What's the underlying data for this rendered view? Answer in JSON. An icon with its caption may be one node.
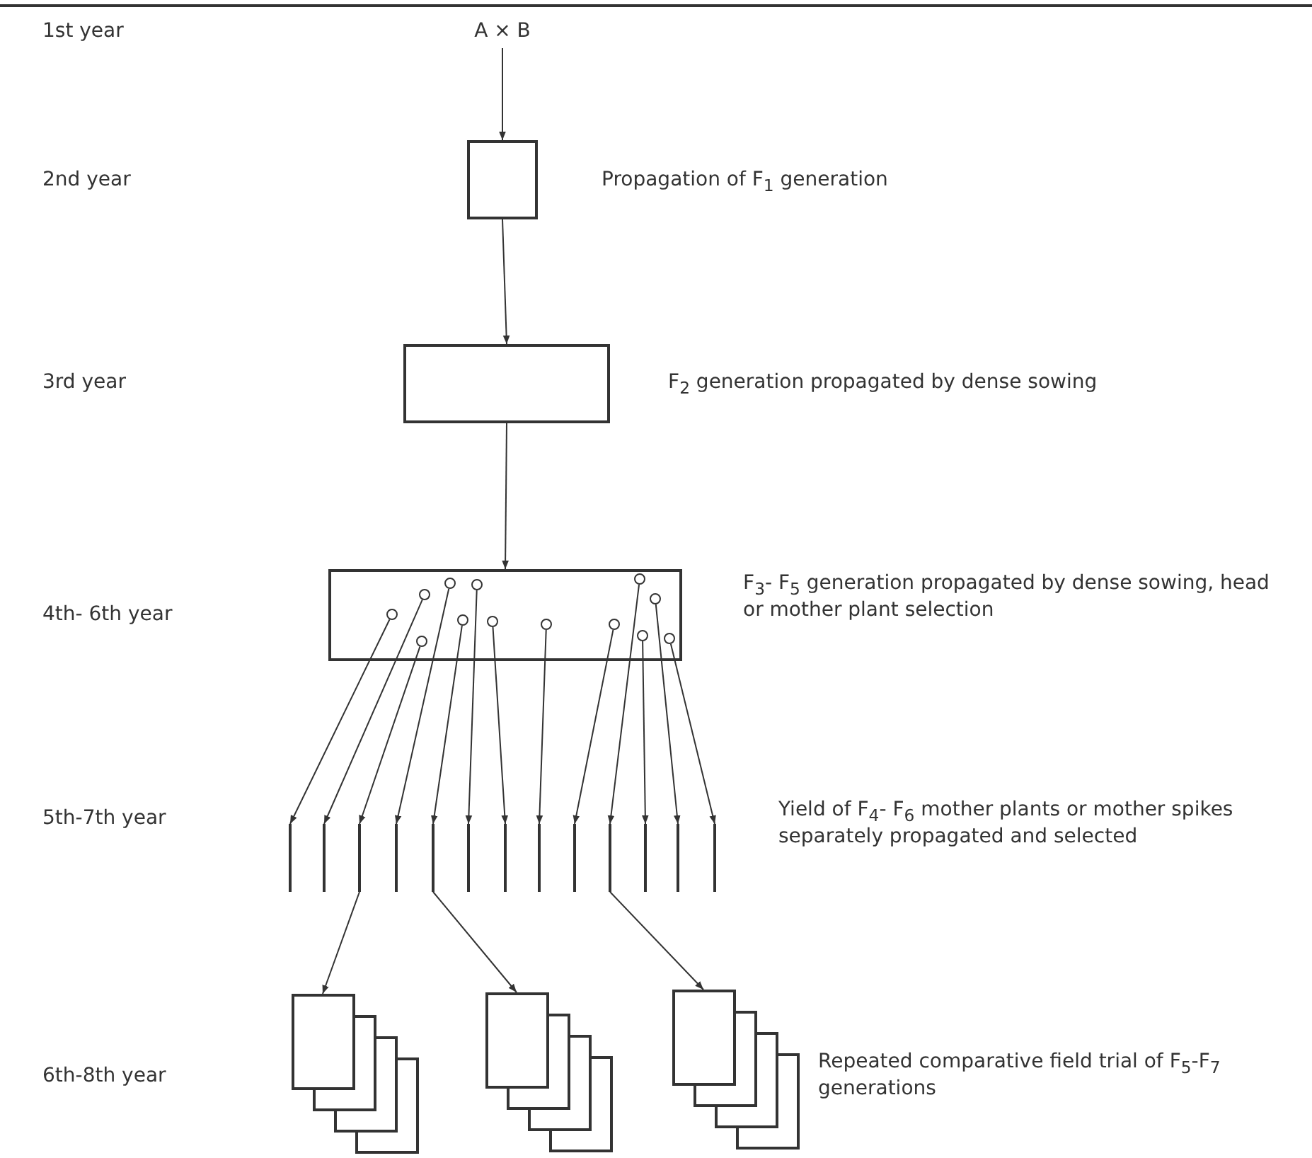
{
  "diagram": {
    "nodes": [
      {
        "text": [
          "A × B"
        ]
      },
      {
        "text": [],
        "shape": "box"
      },
      {
        "text": [],
        "shape": "box"
      },
      {
        "text": [],
        "shape": "box"
      },
      {
        "text": [],
        "shape": "circle",
        "in": 3
      },
      {
        "text": [],
        "shape": "circle",
        "in": 3
      },
      {
        "text": [],
        "shape": "circle",
        "in": 3
      },
      {
        "text": [],
        "shape": "circle",
        "in": 3
      },
      {
        "text": [],
        "shape": "circle",
        "in": 3
      },
      {
        "text": [],
        "shape": "circle",
        "in": 3
      },
      {
        "text": [],
        "shape": "circle",
        "in": 3
      },
      {
        "text": [],
        "shape": "circle",
        "in": 3
      },
      {
        "text": [],
        "shape": "circle",
        "in": 3
      },
      {
        "text": [],
        "shape": "circle",
        "in": 3
      },
      {
        "text": [],
        "shape": "circle",
        "in": 3
      },
      {
        "text": [],
        "shape": "circle",
        "in": 3
      },
      {
        "text": [],
        "shape": "circle",
        "in": 3
      },
      {
        "text": [],
        "shape": "bar"
      },
      {
        "text": [],
        "shape": "bar"
      },
      {
        "text": [],
        "shape": "bar"
      },
      {
        "text": [],
        "shape": "bar"
      },
      {
        "text": [],
        "shape": "bar"
      },
      {
        "text": [],
        "shape": "bar"
      },
      {
        "text": [],
        "shape": "bar"
      },
      {
        "text": [],
        "shape": "bar"
      },
      {
        "text": [],
        "shape": "bar"
      },
      {
        "text": [],
        "shape": "bar"
      },
      {
        "text": [],
        "shape": "bar"
      },
      {
        "text": [],
        "shape": "bar"
      },
      {
        "text": [],
        "shape": "bar"
      },
      {
        "text": [],
        "shape": "box"
      },
      {
        "text": [],
        "shape": "box"
      },
      {
        "text": [],
        "shape": "box"
      }
    ],
    "edges": [
      {
        "from": 0,
        "to": 1,
        "arrow": "to"
      },
      {
        "from": 1,
        "to": 2,
        "arrow": "to"
      },
      {
        "from": 2,
        "to": 3,
        "arrow": "to"
      },
      {
        "from": 4,
        "to": 17,
        "arrow": "to"
      },
      {
        "from": 5,
        "to": 18,
        "arrow": "to"
      },
      {
        "from": 6,
        "to": 19,
        "arrow": "to"
      },
      {
        "from": 7,
        "to": 20,
        "arrow": "to"
      },
      {
        "from": 8,
        "to": 21,
        "arrow": "to"
      },
      {
        "from": 9,
        "to": 22,
        "arrow": "to"
      },
      {
        "from": 10,
        "to": 23,
        "arrow": "to"
      },
      {
        "from": 11,
        "to": 24,
        "arrow": "to"
      },
      {
        "from": 12,
        "to": 25,
        "arrow": "to"
      },
      {
        "from": 13,
        "to": 26,
        "arrow": "to"
      },
      {
        "from": 14,
        "to": 27,
        "arrow": "to"
      },
      {
        "from": 15,
        "to": 28,
        "arrow": "to"
      },
      {
        "from": 16,
        "to": 29,
        "arrow": "to"
      },
      {
        "from": 19,
        "to": 30,
        "arrow": "to"
      },
      {
        "from": 21,
        "to": 31,
        "arrow": "to"
      },
      {
        "from": 26,
        "to": 32,
        "arrow": "to"
      }
    ],
    "labels": [
      "1st year",
      "2nd year",
      "Propagation of F$_{1}$ generation",
      "3rd year",
      "F$_{2}$ generation propagated by dense sowing",
      "4th- 6th year",
      "F$_{3}$- F$_{5}$ generation propagated by dense sowing, head or mother plant selection",
      "5th-7th year",
      "Yield of F$_{4}$- F$_{6}$ mother plants or mother spikes separately propagated and selected",
      "6th-8th year",
      "Repeated comparative field trial of F$_{5}$-F$_{7}$ generations"
    ]
  }
}
